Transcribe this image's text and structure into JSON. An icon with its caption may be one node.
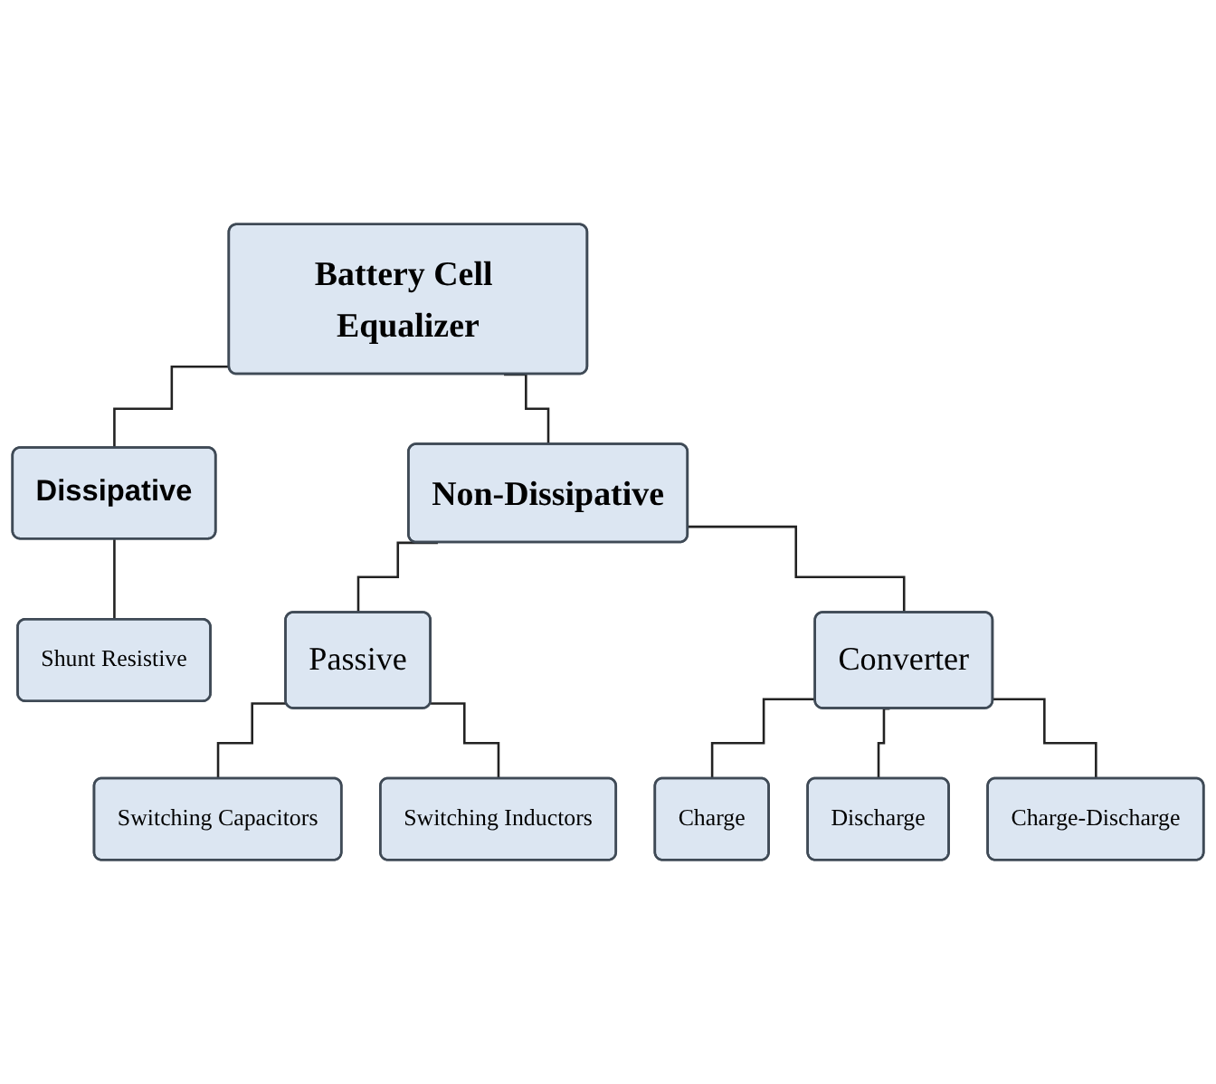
{
  "diagram": {
    "nodes": [
      {
        "text": [
          "Battery Cell Equalizer"
        ]
      },
      {
        "text": [
          "Dissipative"
        ]
      },
      {
        "text": [
          "Non-Dissipative"
        ]
      },
      {
        "text": [
          "Shunt Resistive"
        ]
      },
      {
        "text": [
          "Passive"
        ]
      },
      {
        "text": [
          "Converter"
        ]
      },
      {
        "text": [
          "Switching Capacitors"
        ]
      },
      {
        "text": [
          "Switching Inductors"
        ]
      },
      {
        "text": [
          "Charge"
        ]
      },
      {
        "text": [
          "Discharge"
        ]
      },
      {
        "text": [
          "Charge-Discharge"
        ]
      }
    ],
    "edges": [
      {
        "from": 0,
        "to": 1,
        "arrow": "none"
      },
      {
        "from": 0,
        "to": 2,
        "arrow": "none"
      },
      {
        "from": 1,
        "to": 3,
        "arrow": "none"
      },
      {
        "from": 2,
        "to": 4,
        "arrow": "none"
      },
      {
        "from": 2,
        "to": 5,
        "arrow": "none"
      },
      {
        "from": 4,
        "to": 6,
        "arrow": "none"
      },
      {
        "from": 4,
        "to": 7,
        "arrow": "none"
      },
      {
        "from": 5,
        "to": 8,
        "arrow": "none"
      },
      {
        "from": 5,
        "to": 9,
        "arrow": "none"
      },
      {
        "from": 5,
        "to": 10,
        "arrow": "none"
      }
    ]
  }
}
